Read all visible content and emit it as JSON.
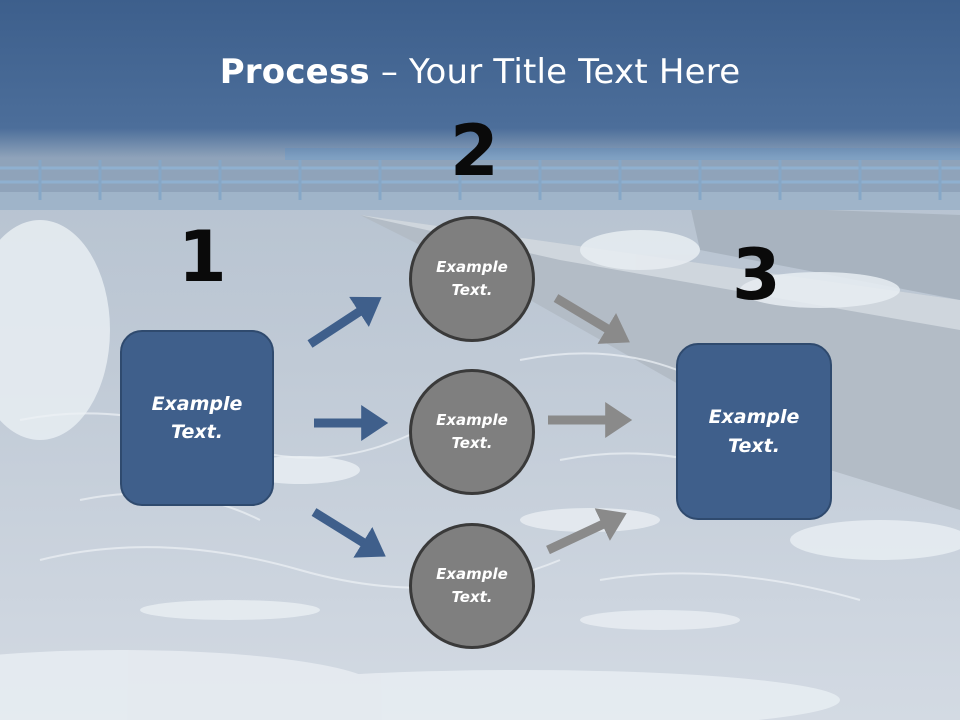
{
  "slide": {
    "title_bold": "Process",
    "title_rest": " – Your Title Text Here",
    "step_numbers": [
      "1",
      "2",
      "3"
    ]
  },
  "left_box": {
    "text": "Example\nText."
  },
  "circles": [
    {
      "text": "Example\nText."
    },
    {
      "text": "Example\nText."
    },
    {
      "text": "Example\nText."
    }
  ],
  "right_box": {
    "text": "Example\nText."
  },
  "colors": {
    "header_blue": "#3d5f8c",
    "box_blue": "#3f5f8b",
    "circle_gray": "#7f7f7f",
    "arrow_blue": "#3f5f8b",
    "arrow_gray": "#8a8a8a"
  }
}
